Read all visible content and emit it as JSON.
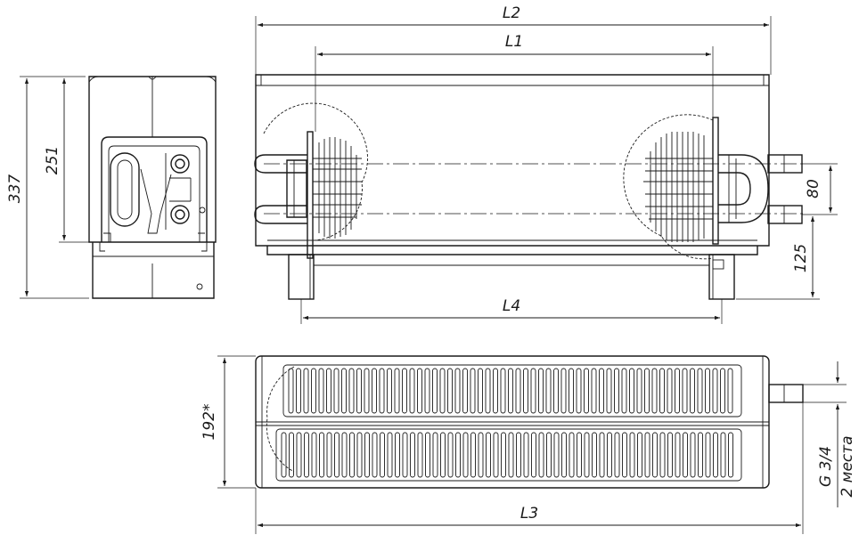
{
  "dimensions": {
    "L2": "L2",
    "L1": "L1",
    "L4": "L4",
    "L3": "L3",
    "d337": "337",
    "d251": "251",
    "d80": "80",
    "d125": "125",
    "d192": "192*"
  },
  "connection": {
    "thread": "G 3/4",
    "count": "2 места"
  }
}
